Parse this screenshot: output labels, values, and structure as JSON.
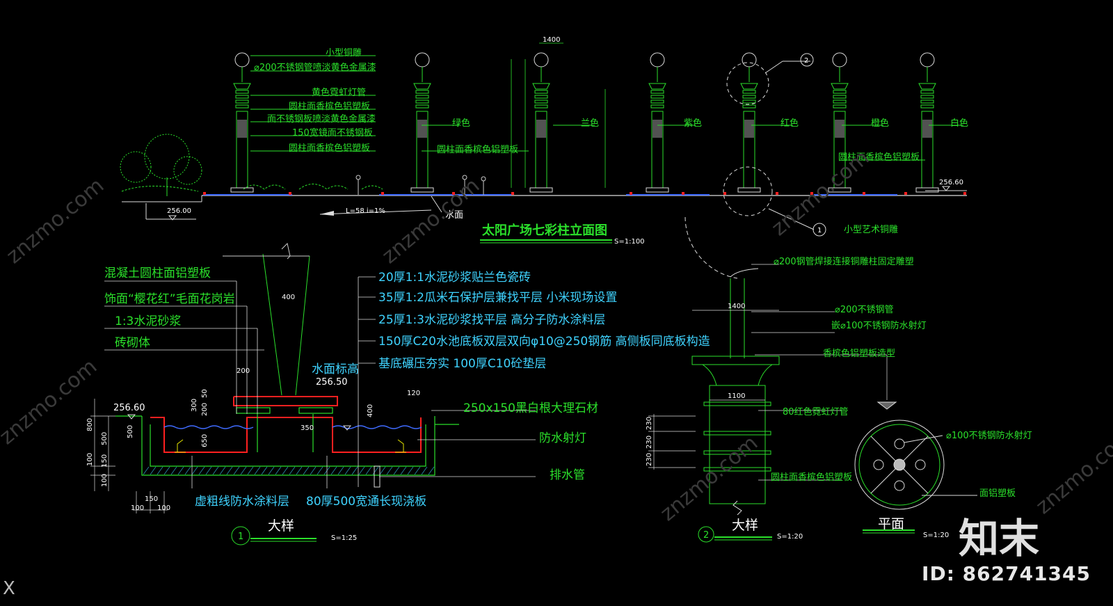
{
  "elevation": {
    "title": "太阳广场七彩柱立面图",
    "scale": "S=1:100",
    "labels": {
      "sculpture": "小型铜雕",
      "pipe": "⌀200不锈钢管喷淡黄色金属漆",
      "neon": "黄色霓虹灯管",
      "panel1": "圆柱面香槟色铝塑板",
      "steelpanel": "面不锈钢板喷淡黄色金属漆",
      "mirror": "150宽镜面不锈钢板",
      "panel2": "圆柱面香槟色铝塑板",
      "panel3": "圆柱面香槟色铝塑板",
      "panel4": "圆柱面香槟色铝塑板"
    },
    "colors": [
      "绿色",
      "兰色",
      "紫色",
      "红色",
      "橙色",
      "白色"
    ],
    "dims": {
      "w1400": "1400",
      "elev_left": "256.00",
      "elev_right": "256.60",
      "slope": "L=58   i=1%",
      "water": "水面"
    },
    "callout_2": "2",
    "art_label": "小型艺术铜雕",
    "callout_1": "1"
  },
  "detail1": {
    "title": "大样",
    "scale": "S=1:25",
    "num": "1",
    "left_labels": [
      "混凝土圆柱面铝塑板",
      "饰面“樱花红”毛面花岗岩",
      "1:3水泥砂浆",
      "砖砌体"
    ],
    "right_layers": [
      "20厚1:1水泥砂浆贴兰色瓷砖",
      "35厚1:2瓜米石保护层兼找平层  小米现场设置",
      "25厚1:3水泥砂浆找平层  高分子防水涂料层",
      "150厚C20水池底板双层双向φ10@250钢筋  高侧板同底板构造",
      "基底碾压夯实  100厚C10砼垫层"
    ],
    "water_label": "水面标高",
    "water_elev": "256.50",
    "elev": "256.60",
    "marble": "250x150黑白根大理石材",
    "light": "防水射灯",
    "drain": "排水管",
    "dashed": "虚粗线防水涂料层",
    "slab": "80厚500宽通长现浇板",
    "dims": {
      "d400": "400",
      "d200": "200",
      "d50": "50",
      "d300": "300",
      "d200b": "200",
      "d650": "650",
      "d350": "350",
      "d400b": "400",
      "d120": "120",
      "d800": "800",
      "d500": "500",
      "d500b": "500",
      "d100": "100",
      "d150": "150",
      "d100b": "100",
      "d150b": "150",
      "d100c": "100",
      "d100d": "100"
    }
  },
  "detail2": {
    "title": "大样",
    "scale": "S=1:20",
    "num": "2",
    "labels": {
      "weld": "⌀200钢管焊接连接铜雕柱固定雕塑",
      "pipe": "⌀200不锈钢管",
      "spot": "嵌⌀100不锈钢防水射灯",
      "shape": "香槟色铝塑板造型",
      "neon": "80红色霓虹灯管",
      "panel": "圆柱面香槟色铝塑板"
    },
    "dims": {
      "d1400": "1400",
      "d1100": "1100",
      "d230a": "230",
      "d230b": "230",
      "d230c": "230"
    }
  },
  "plan": {
    "title": "平面",
    "scale": "S=1:20",
    "spot": "⌀100不锈钢防水射灯",
    "board": "面铝塑板"
  },
  "watermark": {
    "brand": "知末",
    "id": "ID: 862741345",
    "site": "znzmo.com"
  },
  "ui": {
    "close": "X"
  }
}
